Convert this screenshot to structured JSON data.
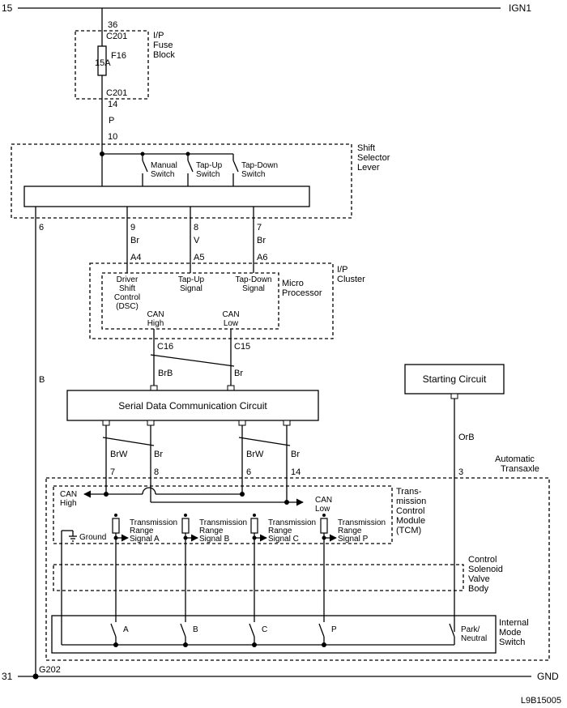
{
  "rails": {
    "left_top": "15",
    "right_top": "IGN1",
    "left_bottom": "31",
    "right_bottom": "GND",
    "ground_point": "G202"
  },
  "fuse_block": {
    "pin_top": "36",
    "conn_top": "C201",
    "fuse": "F16",
    "rating": "15A",
    "conn_bottom": "C201",
    "pin_bottom": "14",
    "label_line1": "I/P",
    "label_line2": "Fuse",
    "label_line3": "Block"
  },
  "feed": {
    "wire_color": "P",
    "pin": "10"
  },
  "shift_lever": {
    "label_line1": "Shift",
    "label_line2": "Selector",
    "label_line3": "Lever",
    "switches": [
      {
        "line1": "Manual",
        "line2": "Switch"
      },
      {
        "line1": "Tap-Up",
        "line2": "Switch"
      },
      {
        "line1": "Tap-Down",
        "line2": "Switch"
      }
    ],
    "ground_pin": "6",
    "ground_wire": "B"
  },
  "lever_outputs": [
    {
      "pin": "9",
      "color": "Br",
      "cluster_pin": "A4"
    },
    {
      "pin": "8",
      "color": "V",
      "cluster_pin": "A5"
    },
    {
      "pin": "7",
      "color": "Br",
      "cluster_pin": "A6"
    }
  ],
  "cluster": {
    "label_line1": "I/P",
    "label_line2": "Cluster",
    "mp_line1": "Micro",
    "mp_line2": "Processor",
    "dsc_line1": "Driver",
    "dsc_line2": "Shift",
    "dsc_line3": "Control",
    "dsc_line4": "(DSC)",
    "tapup_line1": "Tap-Up",
    "tapup_line2": "Signal",
    "tapdown_line1": "Tap-Down",
    "tapdown_line2": "Signal",
    "canh_line1": "CAN",
    "canh_line2": "High",
    "canl_line1": "CAN",
    "canl_line2": "Low",
    "pin_canh": "C16",
    "pin_canl": "C15",
    "wire_canh": "BrB",
    "wire_canl": "Br"
  },
  "serial_circuit": {
    "label": "Serial Data Communication Circuit"
  },
  "starting_circuit": {
    "label": "Starting Circuit",
    "wire": "OrB",
    "pin": "3"
  },
  "serial_to_tcm": [
    {
      "color": "BrW",
      "pin": "7"
    },
    {
      "color": "Br",
      "pin": "8"
    },
    {
      "color": "BrW",
      "pin": "6"
    },
    {
      "color": "Br",
      "pin": "14"
    }
  ],
  "transaxle": {
    "label_line1": "Automatic",
    "label_line2": "Transaxle"
  },
  "tcm": {
    "label_line1": "Trans-",
    "label_line2": "mission",
    "label_line3": "Control",
    "label_line4": "Module",
    "label_line5": "(TCM)",
    "canh_line1": "CAN",
    "canh_line2": "High",
    "canl_line1": "CAN",
    "canl_line2": "Low",
    "ground": "Ground",
    "signals": [
      {
        "line1": "Transmission",
        "line2": "Range",
        "line3": "Signal A"
      },
      {
        "line1": "Transmission",
        "line2": "Range",
        "line3": "Signal B"
      },
      {
        "line1": "Transmission",
        "line2": "Range",
        "line3": "Signal C"
      },
      {
        "line1": "Transmission",
        "line2": "Range",
        "line3": "Signal P"
      }
    ]
  },
  "valve_body": {
    "line1": "Control",
    "line2": "Solenoid",
    "line3": "Valve",
    "line4": "Body"
  },
  "mode_switch": {
    "label_line1": "Internal",
    "label_line2": "Mode",
    "label_line3": "Switch",
    "contacts": [
      "A",
      "B",
      "C",
      "P"
    ],
    "park_line1": "Park/",
    "park_line2": "Neutral"
  },
  "figure_id": "L9B15005"
}
